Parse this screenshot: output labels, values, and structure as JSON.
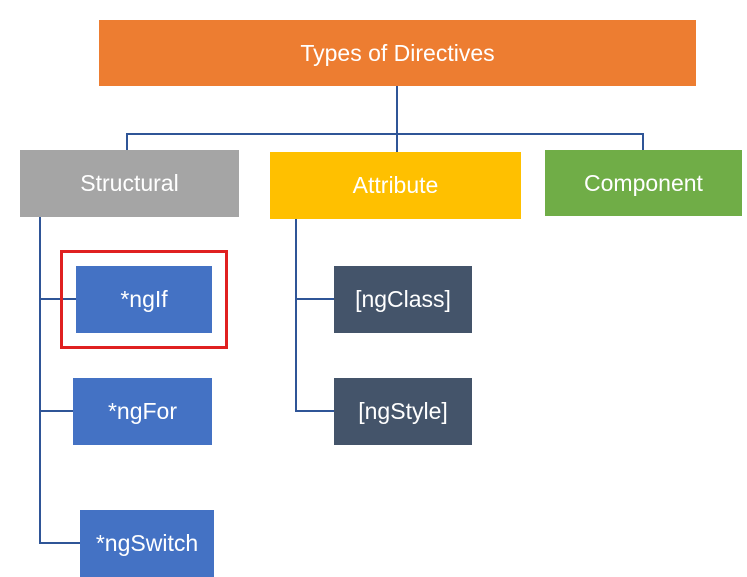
{
  "diagram": {
    "root": {
      "label": "Types of Directives",
      "color": "#ed7d31"
    },
    "categories": [
      {
        "label": "Structural",
        "color": "#a5a5a5"
      },
      {
        "label": "Attribute",
        "color": "#ffc000"
      },
      {
        "label": "Component",
        "color": "#70ad47"
      }
    ],
    "structural_items": [
      {
        "label": "*ngIf",
        "color": "#4472c4",
        "highlighted": true
      },
      {
        "label": "*ngFor",
        "color": "#4472c4"
      },
      {
        "label": "*ngSwitch",
        "color": "#4472c4"
      }
    ],
    "attribute_items": [
      {
        "label": "[ngClass]",
        "color": "#44546a"
      },
      {
        "label": "[ngStyle]",
        "color": "#44546a"
      }
    ],
    "connector_color": "#2f5597",
    "highlight_color": "#e02020"
  }
}
